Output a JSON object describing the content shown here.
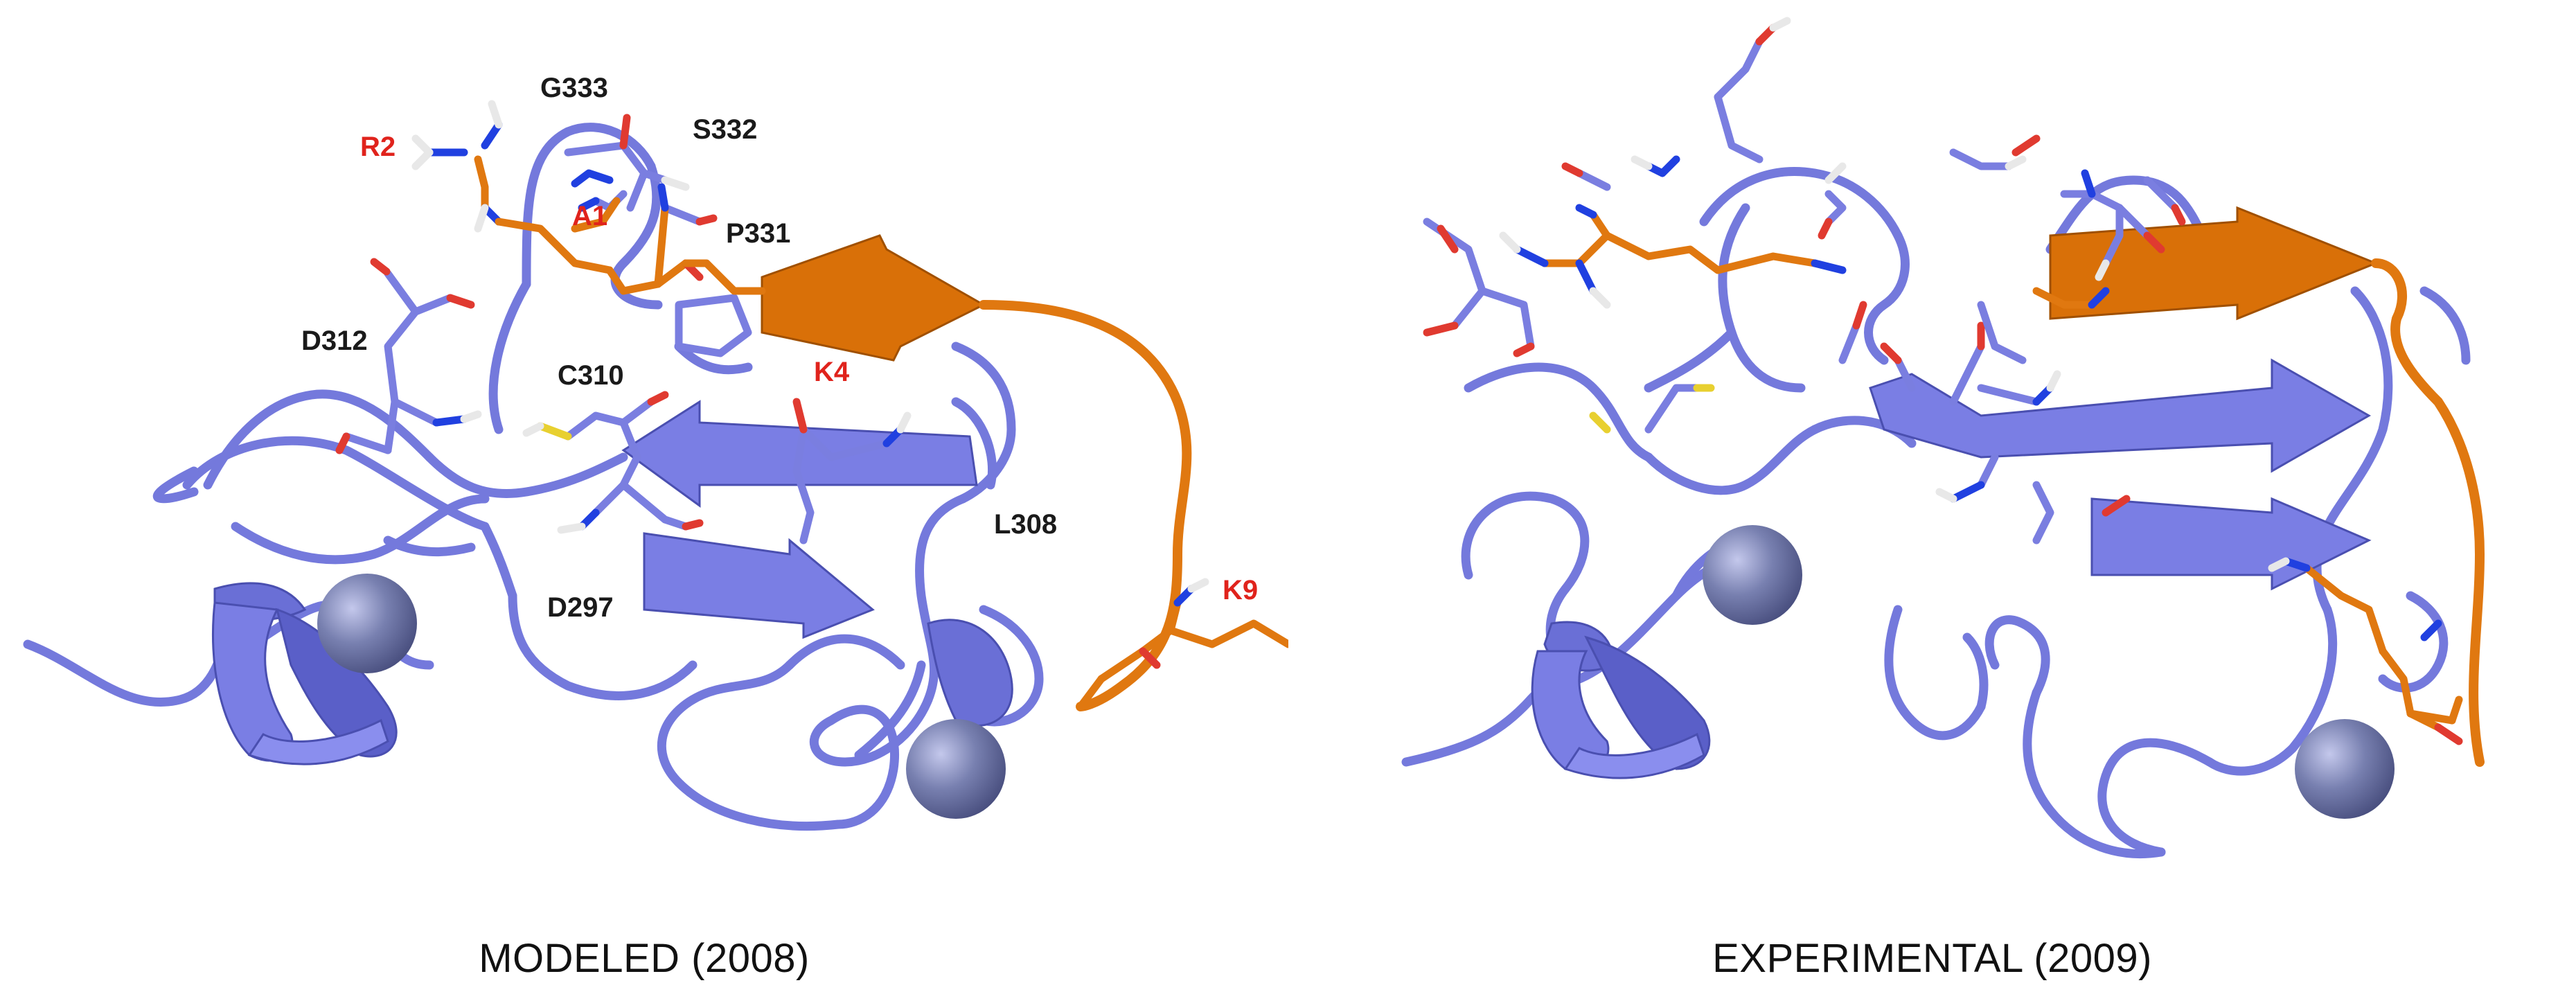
{
  "colors": {
    "protein": "#7a7ee0",
    "protein_dark": "#5559c8",
    "protein_light": "#9a9df0",
    "peptide": "#e67e10",
    "peptide_dark": "#b85f00",
    "zinc": "#7880b0",
    "oxygen": "#e03a30",
    "nitrogen": "#2040e0",
    "hydrogen": "#e8e8e8",
    "sulfur": "#e8d030",
    "label_protein": "#1a1a1a",
    "label_peptide": "#e0231c"
  },
  "left_panel": {
    "caption": "MODELED (2008)",
    "protein_residues": [
      "G333",
      "S332",
      "P331",
      "D312",
      "C310",
      "L308",
      "D297"
    ],
    "peptide_residues": [
      "R2",
      "A1",
      "K4",
      "K9"
    ]
  },
  "right_panel": {
    "caption": "EXPERIMENTAL (2009)"
  }
}
